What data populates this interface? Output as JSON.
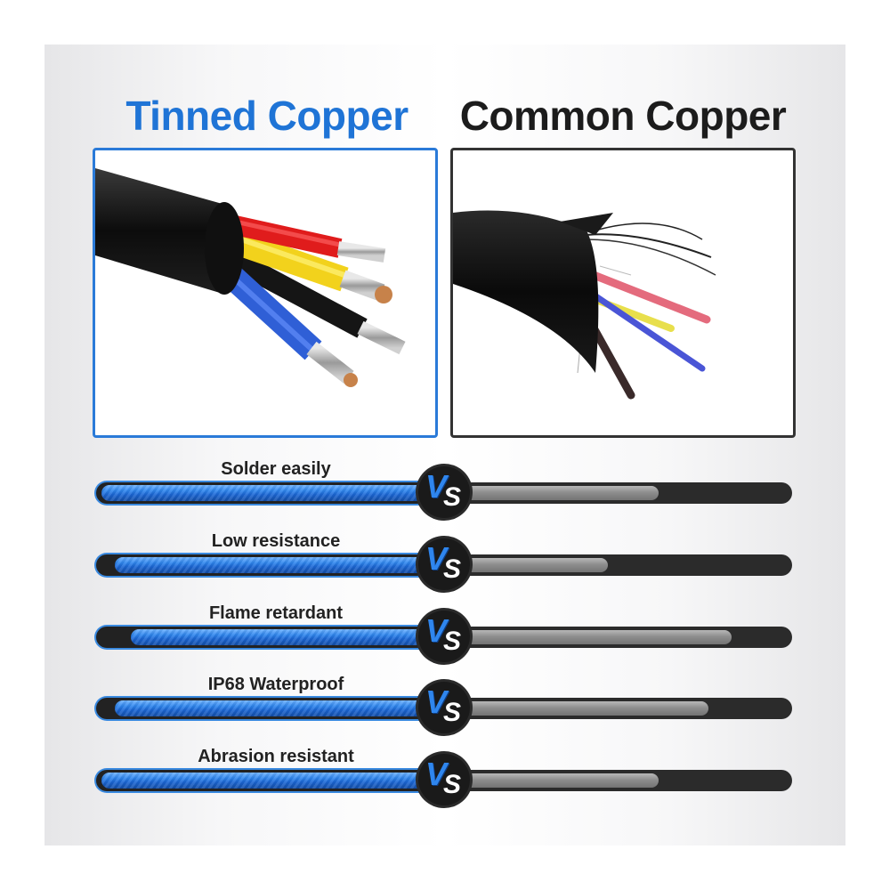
{
  "titles": {
    "left": "Tinned Copper",
    "right": "Common Copper"
  },
  "colors": {
    "tinned_blue": "#1f74d6",
    "common_black": "#1c1c1c",
    "left_frame": "#2a7ad8",
    "right_frame": "#333333"
  },
  "images": {
    "left": "tinned-copper-cable-photo",
    "right": "common-copper-cable-photo"
  },
  "vs_badge": {
    "v": "V",
    "s": "S"
  },
  "comparisons": [
    {
      "label": "Solder easily",
      "tinned": 1.0,
      "common": 0.6
    },
    {
      "label": "Low resistance",
      "tinned": 0.96,
      "common": 0.45
    },
    {
      "label": "Flame retardant",
      "tinned": 0.91,
      "common": 0.82
    },
    {
      "label": "IP68 Waterproof",
      "tinned": 0.96,
      "common": 0.75
    },
    {
      "label": "Abrasion resistant",
      "tinned": 1.0,
      "common": 0.6
    }
  ]
}
